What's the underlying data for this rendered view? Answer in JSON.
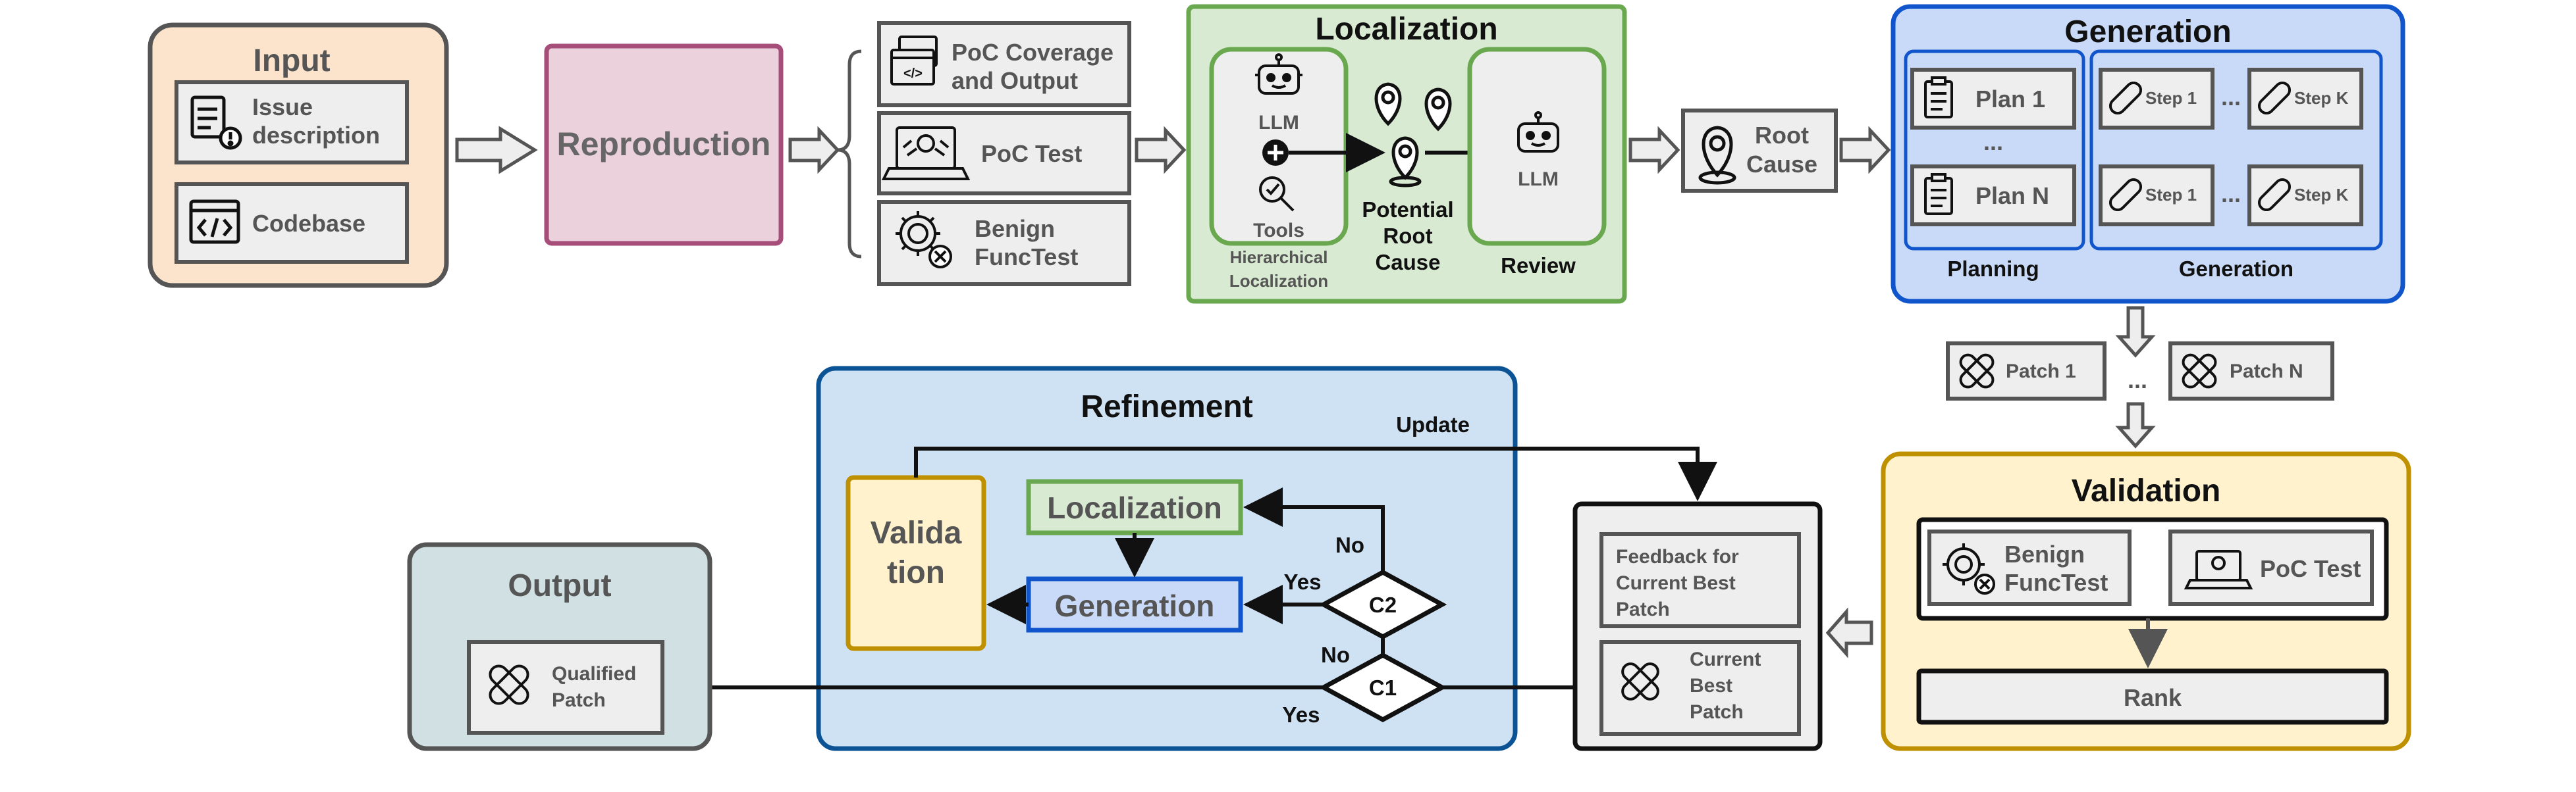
{
  "input": {
    "title": "Input",
    "issue_line1": "Issue",
    "issue_line2": "description",
    "codebase": "Codebase"
  },
  "reproduction": {
    "title": "Reproduction"
  },
  "poc": {
    "coverage_line1": "PoC Coverage",
    "coverage_line2": "and Output",
    "test": "PoC Test",
    "benign_line1": "Benign",
    "benign_line2": "FuncTest"
  },
  "localization": {
    "title": "Localization",
    "llm": "LLM",
    "tools": "Tools",
    "hier_line1": "Hierarchical",
    "hier_line2": "Localization",
    "potential_line1": "Potential",
    "potential_line2": "Root",
    "potential_line3": "Cause",
    "review_llm": "LLM",
    "review": "Review"
  },
  "root_cause": {
    "line1": "Root",
    "line2": "Cause"
  },
  "generation": {
    "title": "Generation",
    "plan1": "Plan 1",
    "plan_dots": "...",
    "planN": "Plan N",
    "planning": "Planning",
    "step1": "Step 1",
    "stepK": "Step K",
    "step_dots": "...",
    "generation_label": "Generation"
  },
  "patches": {
    "patch1": "Patch 1",
    "dots": "...",
    "patchN": "Patch N"
  },
  "validation": {
    "title": "Validation",
    "benign_line1": "Benign",
    "benign_line2": "FuncTest",
    "poc_test": "PoC Test",
    "rank": "Rank"
  },
  "feedback": {
    "fb_line1": "Feedback for",
    "fb_line2": "Current Best",
    "fb_line3": "Patch",
    "cb_line1": "Current",
    "cb_line2": "Best",
    "cb_line3": "Patch"
  },
  "refinement": {
    "title": "Refinement",
    "update": "Update",
    "validation_line1": "Valida",
    "validation_line2": "tion",
    "localization": "Localization",
    "generation": "Generation",
    "c2": "C2",
    "c1": "C1",
    "no_c2": "No",
    "yes_c2": "Yes",
    "no_c1": "No",
    "yes_c1": "Yes"
  },
  "output": {
    "title": "Output",
    "qualified_line1": "Qualified",
    "qualified_line2": "Patch"
  },
  "colors": {
    "input_fill": "#fce4cc",
    "reproduction_fill": "#ead1dc",
    "reproduction_stroke": "#a64d79",
    "localization_fill": "#d9ead3",
    "localization_stroke": "#6aa84f",
    "generation_fill": "#c9daf8",
    "generation_stroke": "#1155cc",
    "validation_fill": "#fff2cc",
    "validation_stroke": "#bf9000",
    "refinement_fill": "#cfe2f3",
    "refinement_stroke": "#0b5394",
    "output_fill": "#d0e0e3"
  }
}
